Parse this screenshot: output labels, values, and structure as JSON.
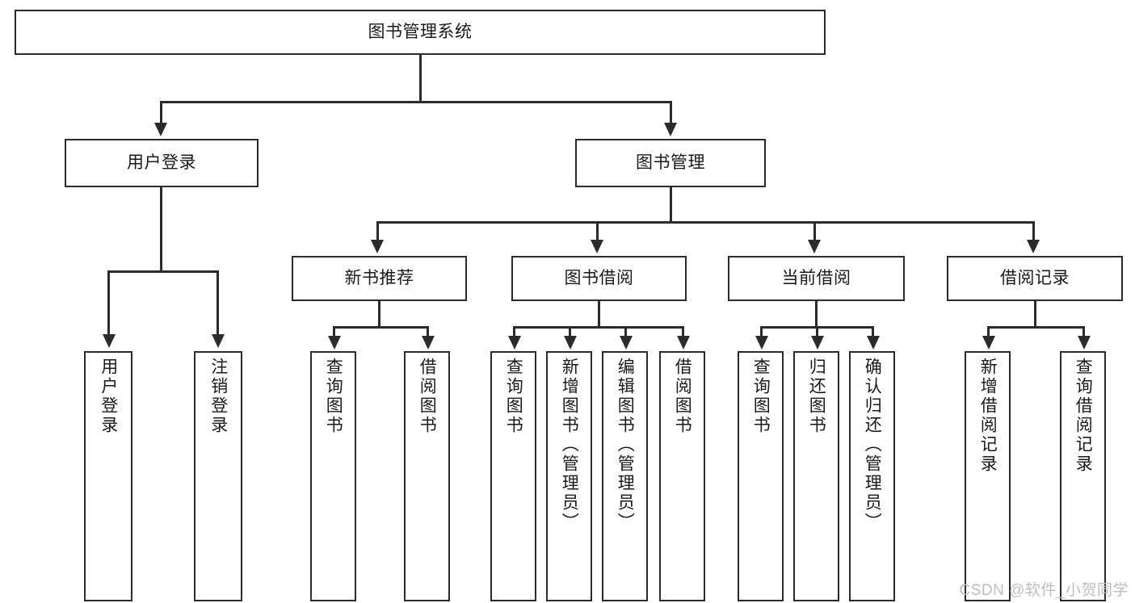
{
  "diagram": {
    "title": "图书管理系统",
    "type": "hierarchy-tree",
    "watermark": "CSDN @软件_小贺同学",
    "colors": {
      "stroke": "#2b2b2b",
      "fill": "#ffffff",
      "text": "#1a1a1a",
      "watermark": "#bdbdbd"
    },
    "levels": {
      "root": {
        "label": "图书管理系统"
      },
      "level2": [
        {
          "label": "用户登录"
        },
        {
          "label": "图书管理"
        }
      ],
      "level3": [
        {
          "label": "新书推荐"
        },
        {
          "label": "图书借阅"
        },
        {
          "label": "当前借阅"
        },
        {
          "label": "借阅记录"
        }
      ],
      "level4": [
        {
          "label": "用户登录",
          "parent": "用户登录"
        },
        {
          "label": "注销登录",
          "parent": "用户登录"
        },
        {
          "label": "查询图书",
          "parent": "新书推荐"
        },
        {
          "label": "借阅图书",
          "parent": "新书推荐"
        },
        {
          "label": "查询图书",
          "parent": "图书借阅"
        },
        {
          "label": "新增图书（管理员）",
          "parent": "图书借阅"
        },
        {
          "label": "编辑图书（管理员）",
          "parent": "图书借阅"
        },
        {
          "label": "借阅图书",
          "parent": "图书借阅"
        },
        {
          "label": "查询图书",
          "parent": "当前借阅"
        },
        {
          "label": "归还图书",
          "parent": "当前借阅"
        },
        {
          "label": "确认归还（管理员）",
          "parent": "当前借阅"
        },
        {
          "label": "新增借阅记录",
          "parent": "借阅记录"
        },
        {
          "label": "查询借阅记录",
          "parent": "借阅记录"
        }
      ]
    }
  }
}
